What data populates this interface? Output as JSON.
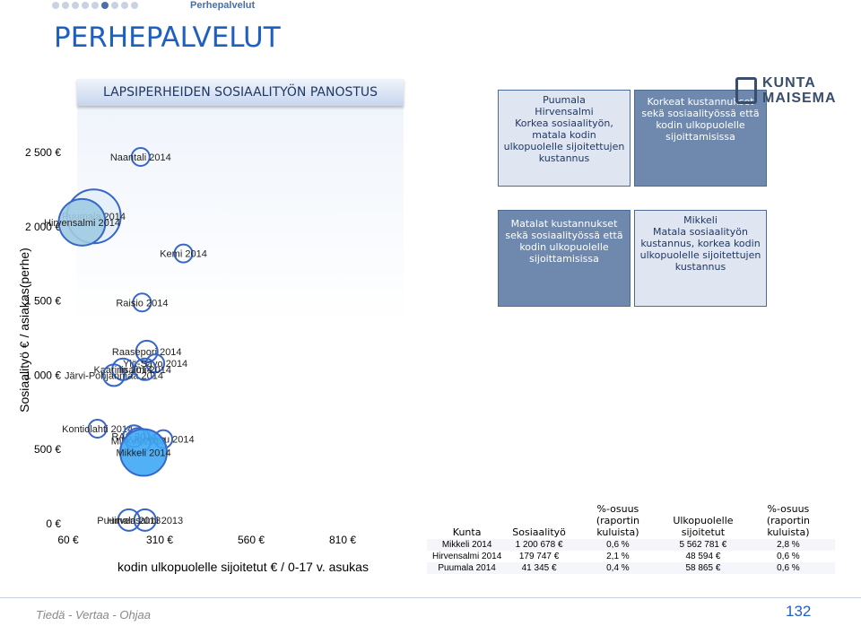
{
  "header": {
    "section_label": "Perhepalvelut",
    "page_title": "PERHEPALVELUT",
    "pager_count": 9,
    "pager_active": 5
  },
  "logo": {
    "line1": "KUNTA",
    "line2": "MAISEMA"
  },
  "chart_data": {
    "type": "scatter",
    "title": "LAPSIPERHEIDEN SOSIAALITYÖN PANOSTUS",
    "xlabel": "kodin ulkopuolelle sijoitetut € / 0-17 v. asukas",
    "ylabel": "Sosiaalityö € / asiakas(perhe)",
    "xlim": [
      60,
      810
    ],
    "ylim": [
      0,
      2500
    ],
    "xticks": [
      "60 €",
      "310 €",
      "560 €",
      "810 €"
    ],
    "yticks": [
      "0 €",
      "500 €",
      "1 000 €",
      "1 500 €",
      "2 000 €",
      "2 500 €"
    ],
    "points": [
      {
        "label": "Naantali 2014",
        "x": 258,
        "y": 2470,
        "r": 10
      },
      {
        "label": "Puumala 2014",
        "x": 130,
        "y": 2070,
        "r": 30
      },
      {
        "label": "Hirvensalmi 2014",
        "x": 98,
        "y": 2030,
        "r": 26
      },
      {
        "label": "Kemi 2014",
        "x": 375,
        "y": 1820,
        "r": 10
      },
      {
        "label": "Raisio 2014",
        "x": 262,
        "y": 1490,
        "r": 10
      },
      {
        "label": "Raasepori 2014",
        "x": 275,
        "y": 1160,
        "r": 12
      },
      {
        "label": "Ylä-Savo 2014",
        "x": 298,
        "y": 1080,
        "r": 10
      },
      {
        "label": "Kaarina 2014",
        "x": 210,
        "y": 1040,
        "r": 12
      },
      {
        "label": "Järvi-Pohjanmaa 2014",
        "x": 185,
        "y": 1000,
        "r": 12
      },
      {
        "label": "Iisalmi 2014",
        "x": 270,
        "y": 1040,
        "r": 12
      },
      {
        "label": "Kontiolahti 2014",
        "x": 140,
        "y": 640,
        "r": 10
      },
      {
        "label": "RAS 2014",
        "x": 240,
        "y": 590,
        "r": 12
      },
      {
        "label": "Joensuu 2014",
        "x": 320,
        "y": 570,
        "r": 10
      },
      {
        "label": "Mikkeli 2013",
        "x": 252,
        "y": 560,
        "r": 14
      },
      {
        "label": "Mikkeli 2014",
        "x": 266,
        "y": 480,
        "r": 26
      },
      {
        "label": "Puumala 2013",
        "x": 226,
        "y": 25,
        "r": 12
      },
      {
        "label": "Hirvensalmi 2013",
        "x": 270,
        "y": 25,
        "r": 12
      }
    ]
  },
  "quadrants": {
    "top_left": {
      "head": "Puumala\nHirvensalmi",
      "text": "Korkea sosiaalityön, matala kodin ulkopuolelle sijoitettujen kustannus"
    },
    "top_right": {
      "head": "",
      "text": "Korkeat kustannukset sekä sosiaalityössä että kodin ulkopuolelle sijoittamisissa"
    },
    "bottom_left": {
      "head": "",
      "text": "Matalat kustannukset sekä sosiaalityössä että kodin ulkopuolelle sijoittamisissa"
    },
    "bottom_right": {
      "head": "Mikkeli",
      "text": "Matala sosiaalityön kustannus, korkea kodin ulkopuolelle sijoitettujen kustannus"
    }
  },
  "table": {
    "headers": [
      "Kunta",
      "Sosiaalityö",
      "%-osuus (raportin kuluista)",
      "Ulkopuolelle sijoitetut",
      "%-osuus (raportin kuluista)"
    ],
    "rows": [
      [
        "Mikkeli 2014",
        "1 200 678 €",
        "0,6 %",
        "5 562 781 €",
        "2,8 %"
      ],
      [
        "Hirvensalmi 2014",
        "179 747 €",
        "2,1 %",
        "48 594 €",
        "0,6 %"
      ],
      [
        "Puumala 2014",
        "41 345 €",
        "0,4 %",
        "58 865 €",
        "0,6 %"
      ]
    ]
  },
  "footer": {
    "tagline": "Tiedä - Vertaa - Ohjaa",
    "page_number": "132"
  }
}
